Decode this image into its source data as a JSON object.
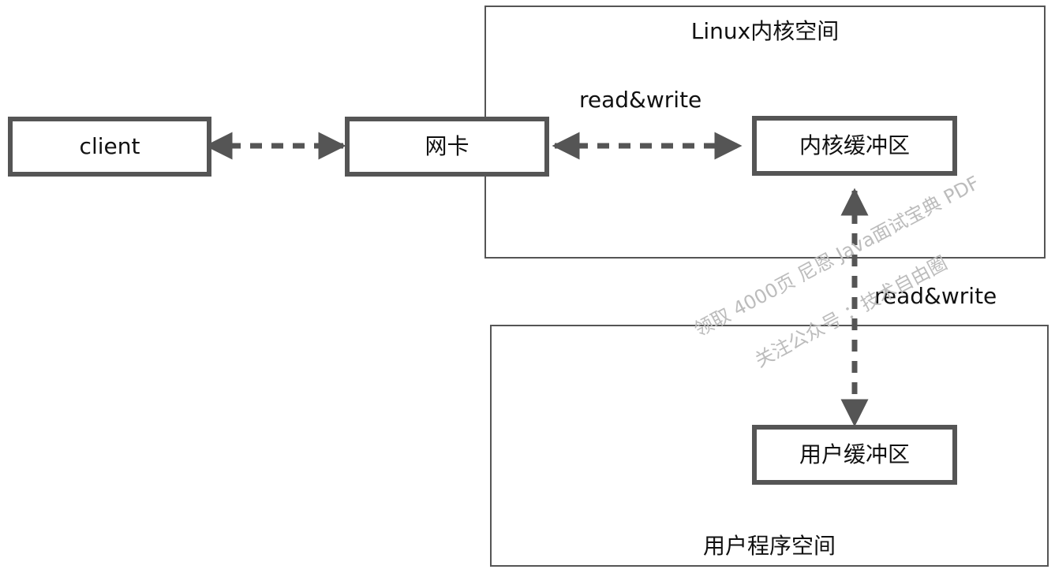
{
  "regions": {
    "kernel_space_title": "Linux内核空间",
    "user_space_title": "用户程序空间"
  },
  "nodes": {
    "client": "client",
    "nic": "网卡",
    "kernel_buffer": "内核缓冲区",
    "user_buffer": "用户缓冲区"
  },
  "edges": {
    "nic_kernel_label": "read&write",
    "kernel_user_label": "read&write"
  },
  "watermark": {
    "line1": "领取 4000页 尼恩 Java面试宝典 PDF",
    "line2": "关注公众号 ：技术自由圈"
  },
  "colors": {
    "stroke": "#555555",
    "text": "#111111",
    "watermark": "#bcbcbc"
  }
}
